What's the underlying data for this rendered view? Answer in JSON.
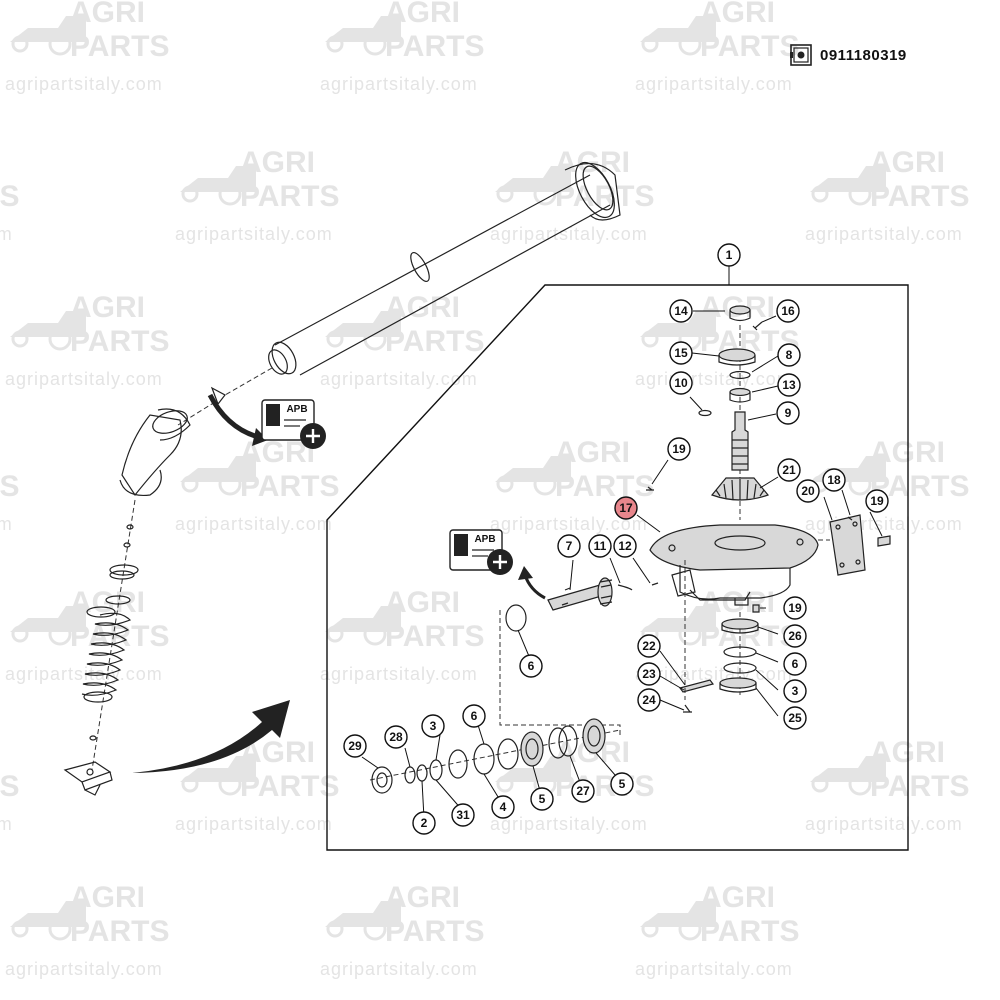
{
  "part_code": "0911180319",
  "watermark": {
    "line1": "AGRI",
    "line2": "PARTS",
    "url": "agripartsitaly.com"
  },
  "apb_label": "APB",
  "highlighted_callout": "17",
  "callouts": [
    "1",
    "14",
    "16",
    "15",
    "8",
    "10",
    "13",
    "9",
    "19",
    "21",
    "18",
    "20",
    "19",
    "17",
    "7",
    "11",
    "12",
    "19",
    "26",
    "6",
    "22",
    "23",
    "3",
    "24",
    "25",
    "29",
    "28",
    "3",
    "6",
    "2",
    "31",
    "4",
    "5",
    "27",
    "5"
  ],
  "colors": {
    "highlight": "#e8868c",
    "watermark": "#e4e4e4",
    "line": "#111111"
  }
}
